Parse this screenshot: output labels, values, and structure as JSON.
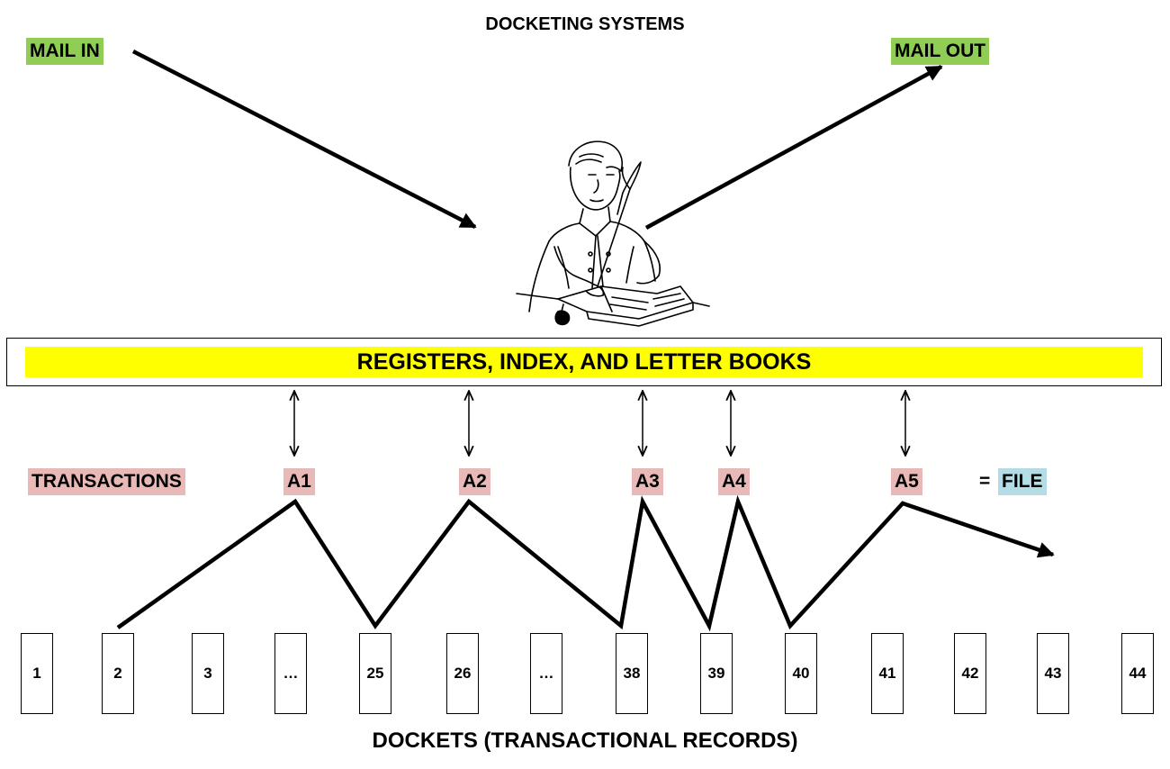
{
  "title": "DOCKETING SYSTEMS",
  "mail_in": "MAIL IN",
  "mail_out": "MAIL OUT",
  "register_label": "REGISTERS, INDEX, AND LETTER BOOKS",
  "transactions_label": "TRANSACTIONS",
  "transactions": [
    "A1",
    "A2",
    "A3",
    "A4",
    "A5"
  ],
  "file_eq": "=",
  "file_label": "FILE",
  "dockets": [
    "1",
    "2",
    "3",
    "…",
    "25",
    "26",
    "…",
    "38",
    "39",
    "40",
    "41",
    "42",
    "43",
    "44"
  ],
  "footer": "DOCKETS (TRANSACTIONAL RECORDS)",
  "colors": {
    "mail_highlight": "#8fcd55",
    "register_highlight": "#ffff00",
    "transaction_highlight": "#e8b9b7",
    "file_highlight": "#b4dce6"
  },
  "icons": {
    "clerk": "clerk-writing-at-desk-illustration"
  }
}
